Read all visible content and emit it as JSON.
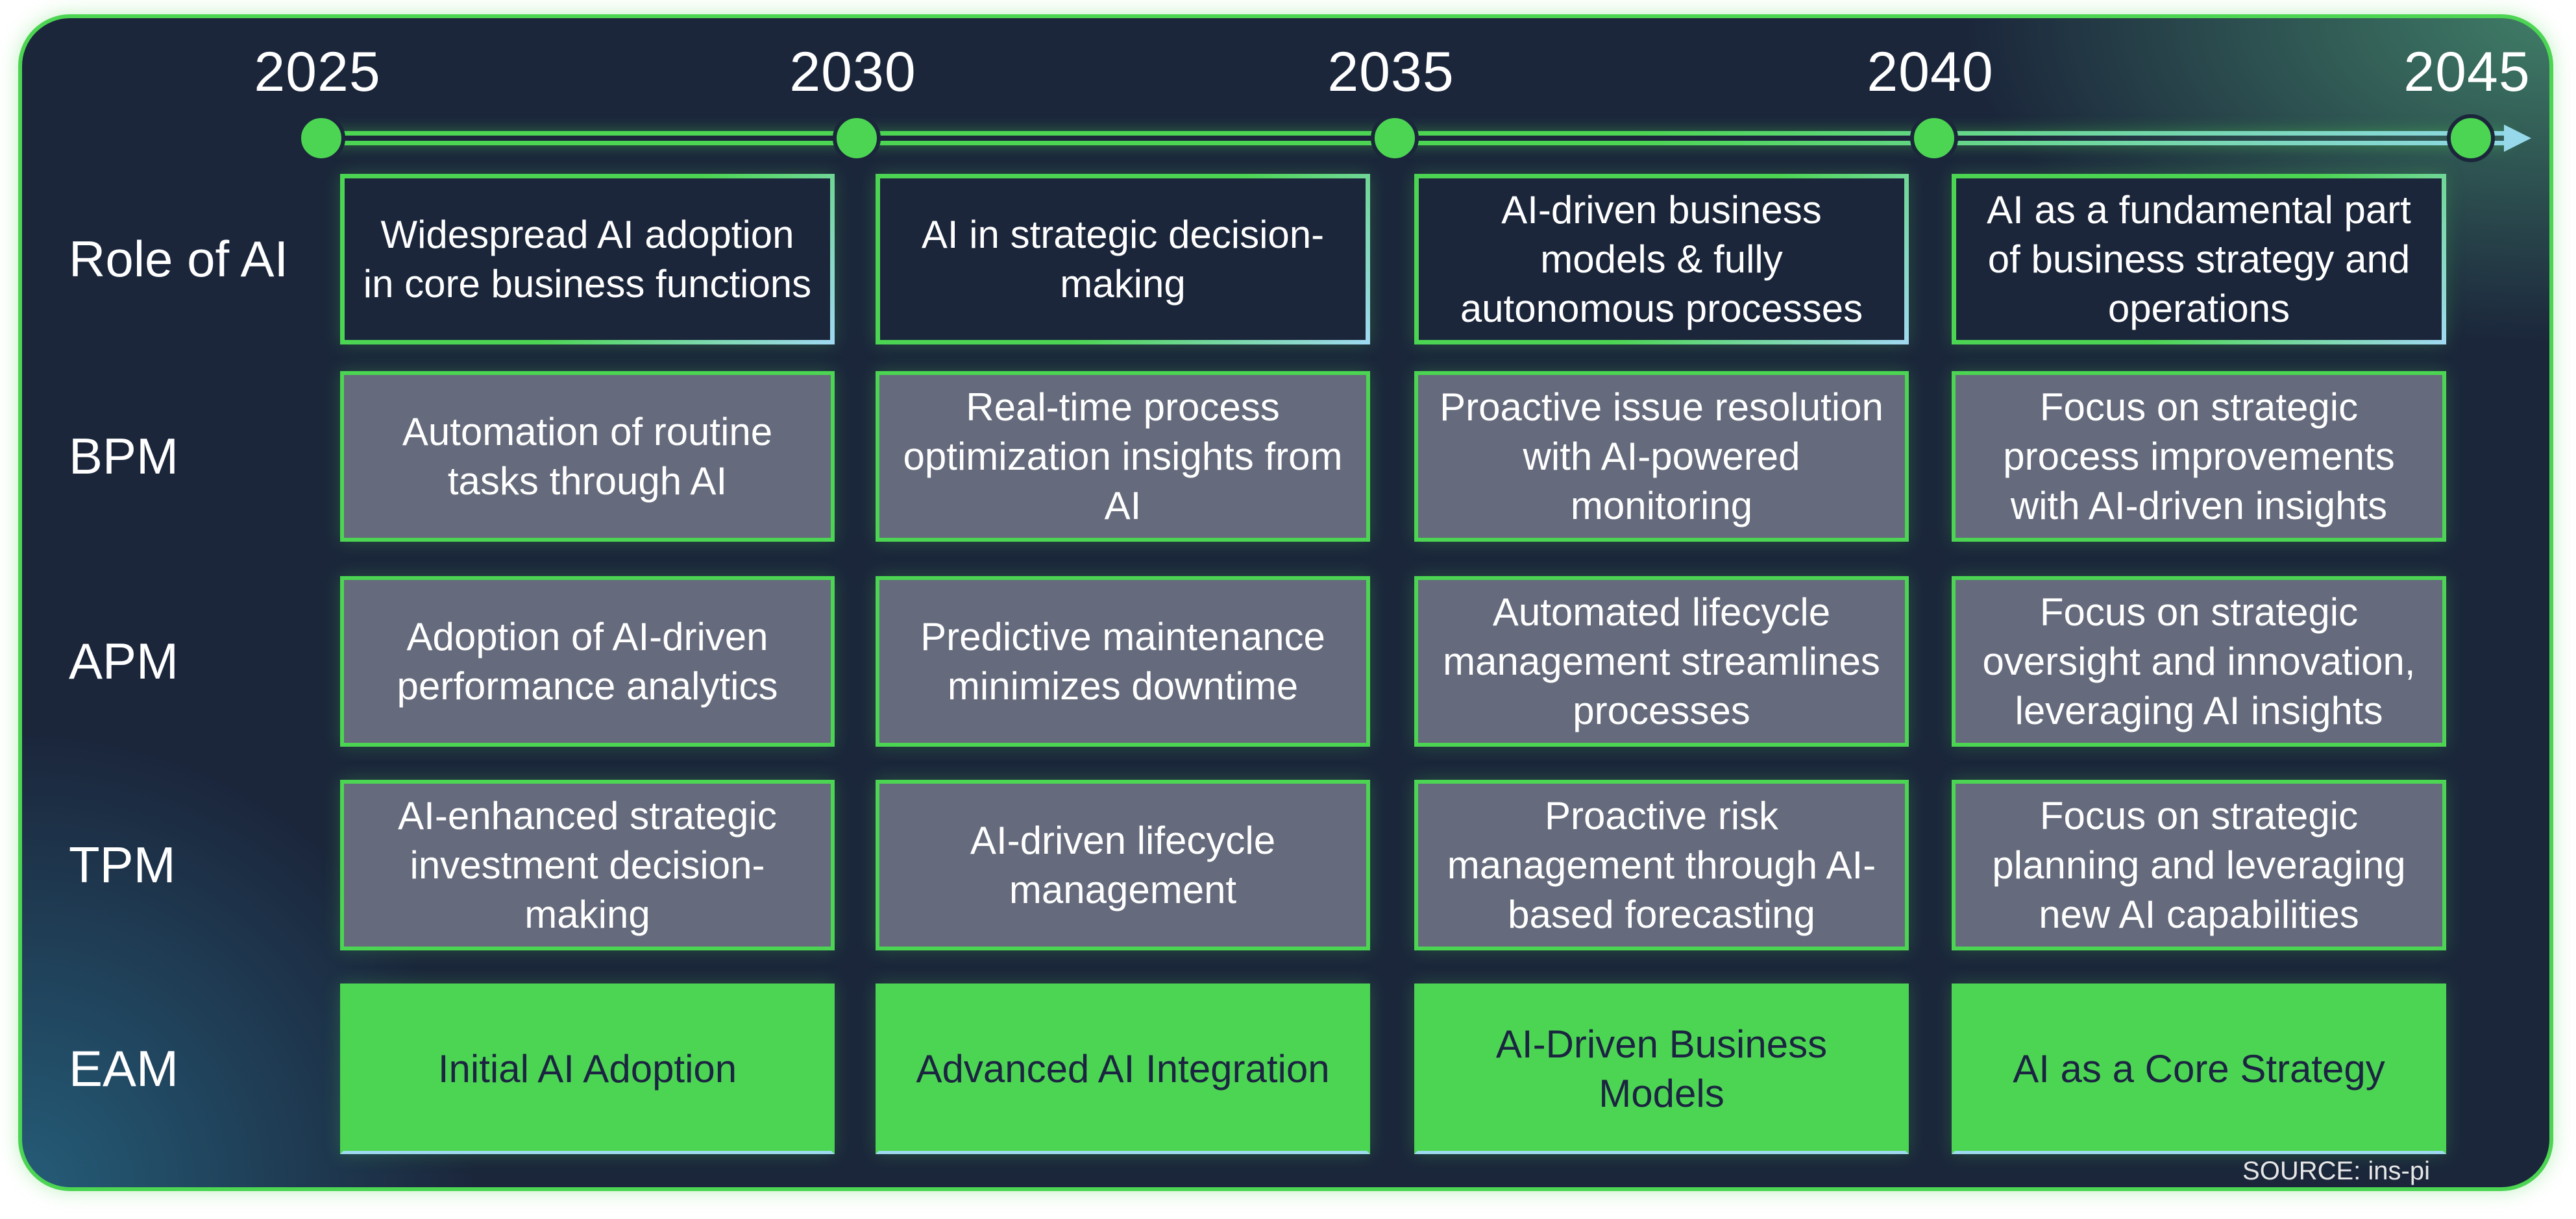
{
  "timeline": {
    "years": [
      "2025",
      "2030",
      "2035",
      "2040",
      "2045"
    ]
  },
  "rows": [
    {
      "label": "Role of AI",
      "cells": [
        "Widespread AI adoption in core business functions",
        "AI in strategic decision-making",
        "AI-driven business models & fully autonomous processes",
        "AI as a fundamental part of business strategy and operations"
      ]
    },
    {
      "label": "BPM",
      "cells": [
        "Automation of routine tasks through AI",
        "Real-time process optimization insights from AI",
        "Proactive issue resolution with AI-powered monitoring",
        "Focus on strategic process improvements with AI-driven insights"
      ]
    },
    {
      "label": "APM",
      "cells": [
        "Adoption of AI-driven performance analytics",
        "Predictive maintenance minimizes downtime",
        "Automated lifecycle management streamlines processes",
        "Focus on strategic oversight and innovation, leveraging AI insights"
      ]
    },
    {
      "label": "TPM",
      "cells": [
        "AI-enhanced strategic investment decision-making",
        "AI-driven lifecycle management",
        "Proactive risk management through AI-based forecasting",
        "Focus on strategic planning and leveraging new AI capabilities"
      ]
    },
    {
      "label": "EAM",
      "cells": [
        "Initial AI Adoption",
        "Advanced AI Integration",
        "AI-Driven Business Models",
        "AI as a Core Strategy"
      ]
    }
  ],
  "source": "SOURCE: ins-pi",
  "colors": {
    "accent": "#4cd552",
    "background": "#1b263b",
    "grey_cell": "#656b7c",
    "arrow": "#97d9ea"
  }
}
